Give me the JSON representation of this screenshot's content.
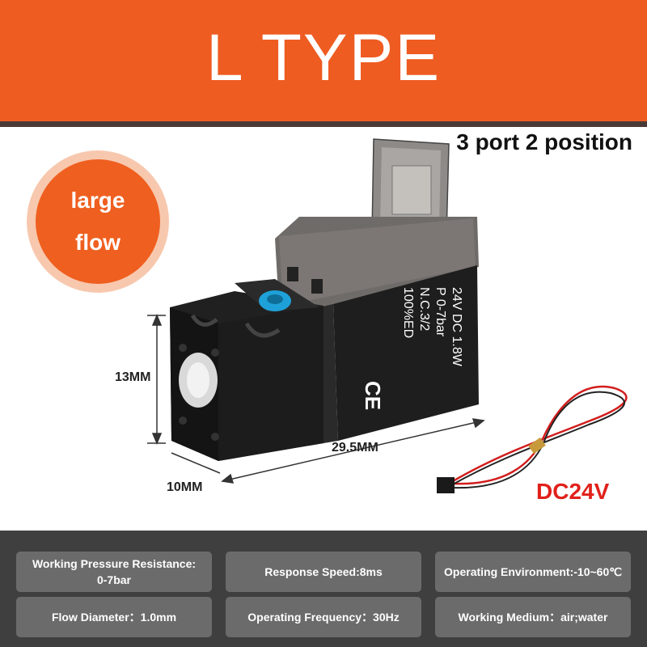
{
  "header": {
    "title": "L TYPE"
  },
  "subtitle": "3 port 2 position",
  "badge": {
    "text": "large flow"
  },
  "product_label": {
    "line1": "24V DC 1.8W",
    "line2": "P 0-7bar",
    "line3": "N.C.3/2",
    "line4": "100%ED",
    "mark": "CE"
  },
  "dimensions": {
    "height": "13MM",
    "length": "29.5MM",
    "width": "10MM"
  },
  "voltage": "DC24V",
  "specs": [
    {
      "text": "Working Pressure Resistance:\n0-7bar"
    },
    {
      "text": "Response Speed:8ms"
    },
    {
      "text": "Operating Environment:-10~60℃"
    },
    {
      "text": "Flow Diameter：1.0mm"
    },
    {
      "text": "Operating Frequency：30Hz"
    },
    {
      "text": "Working Medium：air;water"
    }
  ],
  "colors": {
    "accent": "#ee5c22",
    "footer": "#3f3f3f",
    "spec_box": "#6b6b6b",
    "voltage": "#e1201a"
  }
}
